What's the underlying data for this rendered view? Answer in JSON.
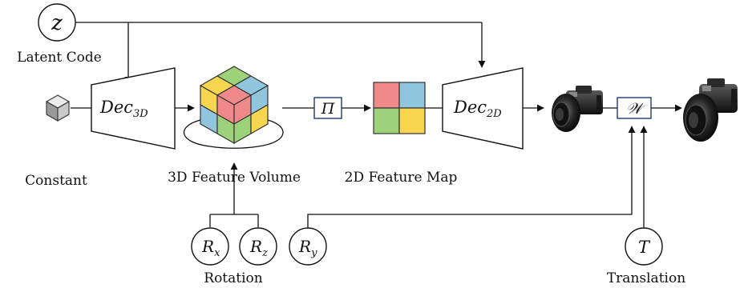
{
  "diagram": {
    "latent": {
      "symbol": "z",
      "label": "Latent Code"
    },
    "constant_label": "Constant",
    "dec3d": {
      "base": "Dec",
      "subscript": "3D"
    },
    "feature_volume_label": "3D Feature Volume",
    "projection_symbol": "Π",
    "feature_map_label": "2D Feature Map",
    "dec2d": {
      "base": "Dec",
      "subscript": "2D"
    },
    "warp_symbol": "𝒲",
    "rotation": {
      "label": "Rotation",
      "rx": {
        "base": "R",
        "sub": "x"
      },
      "rz": {
        "base": "R",
        "sub": "z"
      },
      "ry": {
        "base": "R",
        "sub": "y"
      }
    },
    "translation": {
      "symbol": "T",
      "label": "Translation"
    },
    "colors": {
      "red": "#f08a8a",
      "blue": "#8fc6dd",
      "green": "#9ed27a",
      "yellow": "#f7d54f",
      "operator_border": "#1a3a7a"
    }
  }
}
